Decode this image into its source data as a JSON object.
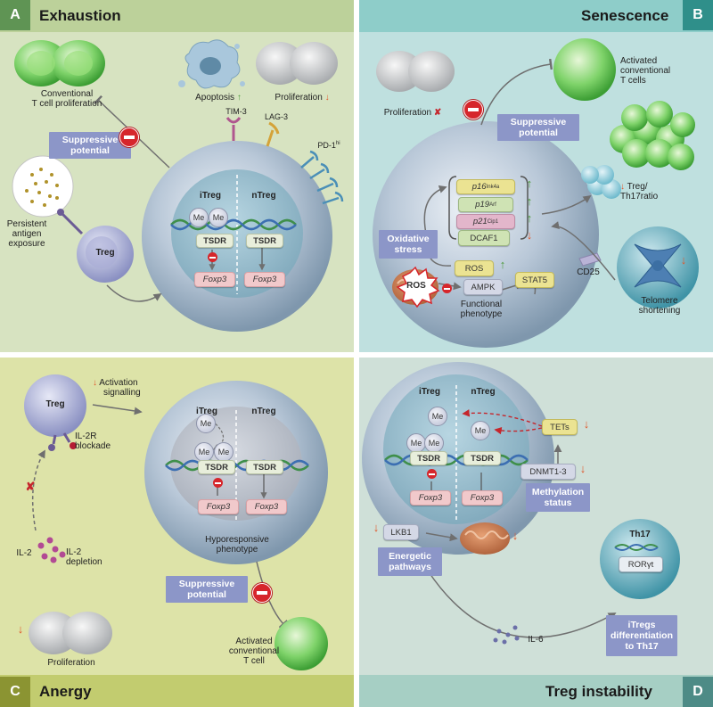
{
  "panels": {
    "A": {
      "letter": "A",
      "title": "Exhaustion"
    },
    "B": {
      "letter": "B",
      "title": "Senescence"
    },
    "C": {
      "letter": "C",
      "title": "Anergy"
    },
    "D": {
      "letter": "D",
      "title": "Treg instability"
    }
  },
  "exhaustion": {
    "conv_prolif": [
      "Conventional",
      "T cell proliferation"
    ],
    "apoptosis": "Apoptosis",
    "proliferation": "Proliferation",
    "tim3": "TIM-3",
    "lag3": "LAG-3",
    "pd1": "PD-1",
    "pd1_sup": "hi",
    "suppressive": [
      "Suppressive",
      "potential"
    ],
    "itreg": "iTreg",
    "ntreg": "nTreg",
    "me": "Me",
    "tsdr": "TSDR",
    "foxp3": "Foxp3",
    "antigen": [
      "Persistent",
      "antigen",
      "exposure"
    ],
    "treg": "Treg"
  },
  "senescence": {
    "proliferation": "Proliferation",
    "activated": [
      "Activated",
      "conventional",
      "T cells"
    ],
    "suppressive": [
      "Suppressive",
      "potential"
    ],
    "p16": "p16",
    "p16_sup": "Ink4a",
    "p19": "p19",
    "p19_sup": "Arf",
    "p21": "p21",
    "p21_sup": "Cip1",
    "dcaf1": "DCAF1",
    "ros": "ROS",
    "oxidative": [
      "Oxidative",
      "stress"
    ],
    "ros_burst": "ROS",
    "ampk": "AMPK",
    "stat5": "STAT5",
    "functional": [
      "Functional",
      "phenotype"
    ],
    "cd25": "CD25",
    "ratio": [
      "Treg/",
      "Th17ratio"
    ],
    "telomere": [
      "Telomere",
      "shortening"
    ]
  },
  "anergy": {
    "treg": "Treg",
    "activation": [
      "Activation",
      "signalling"
    ],
    "il2r": [
      "IL-2R",
      "blockade"
    ],
    "il2": "IL-2",
    "il2_depletion": [
      "IL-2",
      "depletion"
    ],
    "itreg": "iTreg",
    "ntreg": "nTreg",
    "me": "Me",
    "tsdr": "TSDR",
    "foxp3": "Foxp3",
    "hypo": [
      "Hyporesponsive",
      "phenotype"
    ],
    "suppressive": [
      "Suppressive",
      "potential"
    ],
    "activated": [
      "Activated",
      "conventional",
      "T cell"
    ],
    "proliferation": "Proliferation"
  },
  "instability": {
    "itreg": "iTreg",
    "ntreg": "nTreg",
    "me": "Me",
    "tsdr": "TSDR",
    "foxp3": "Foxp3",
    "tets": "TETs",
    "dnmt": "DNMT1-3",
    "methylation": [
      "Methylation",
      "status"
    ],
    "lkb1": "LKB1",
    "energetic": [
      "Energetic",
      "pathways"
    ],
    "th17": "Th17",
    "roryt": "RORγt",
    "differentiation": [
      "iTregs",
      "differentiation",
      "to Th17"
    ],
    "il6": "IL-6"
  },
  "colors": {
    "panel_A": "#d7e3c1",
    "panel_B": "#bfe0df",
    "panel_C": "#dde3a8",
    "panel_D": "#cfe0d8",
    "header_A": "#bcd19a",
    "header_B": "#8ecdc9",
    "header_C": "#c2cc6f",
    "header_D": "#a6cfc4",
    "letter_A": "#5f9454",
    "letter_B": "#2f8f8a",
    "letter_C": "#8b9432",
    "letter_D": "#4d8b86",
    "purple_box": "#8c96c8",
    "inhibit": "#d6262b"
  }
}
